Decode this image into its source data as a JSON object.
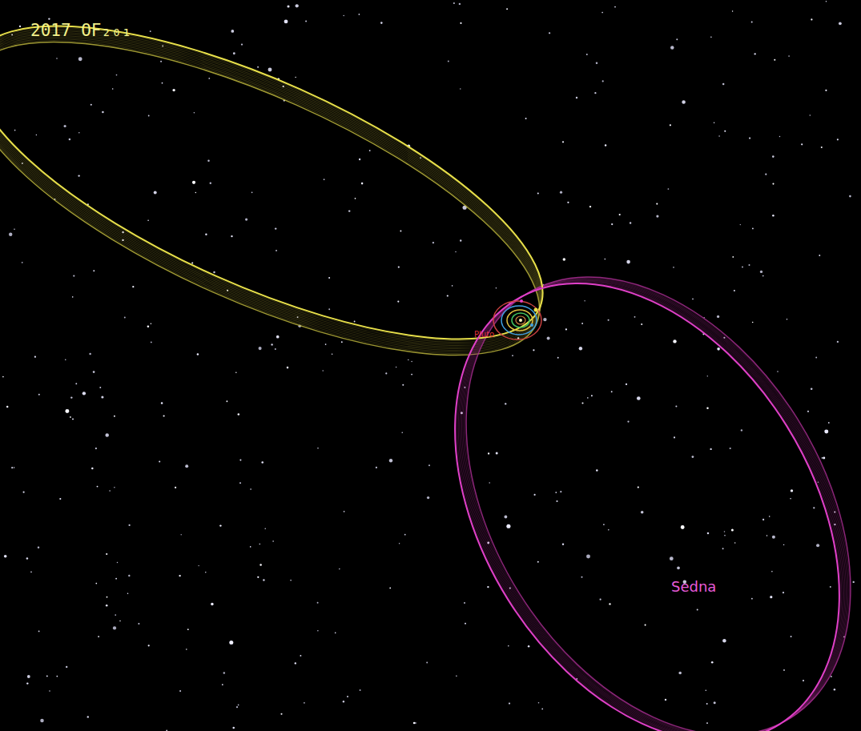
{
  "diagram": {
    "labels": [
      "2017 OF₂₀₁",
      "Pluto",
      "Sedna"
    ]
  }
}
